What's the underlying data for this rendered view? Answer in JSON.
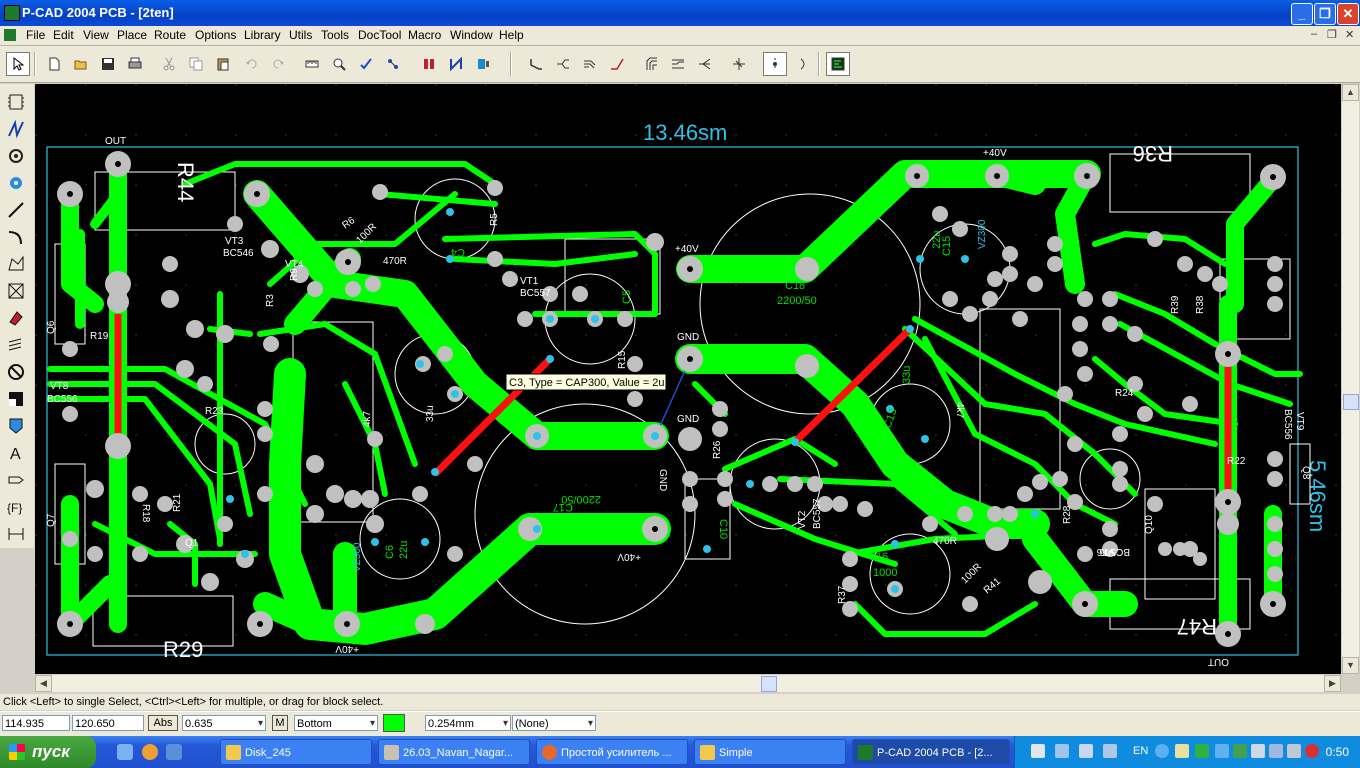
{
  "window": {
    "title": "P-CAD 2004 PCB - [2ten]"
  },
  "menu": [
    "File",
    "Edit",
    "View",
    "Place",
    "Route",
    "Options",
    "Library",
    "Utils",
    "Tools",
    "DocTool",
    "Macro",
    "Window",
    "Help"
  ],
  "board": {
    "width_label": "13.46sm",
    "height_label": "5.46sm",
    "tooltip": "C3, Type = CAP300, Value = 2u",
    "net_labels": [
      "+40V",
      "GND",
      "GND",
      "GND",
      "+40V",
      "OUT",
      "+40V",
      "+40V",
      "OUT"
    ],
    "refdes": [
      "R36",
      "R29",
      "R47",
      "R44",
      "C18",
      "2200/50",
      "C17",
      "2200/50",
      "C16",
      "1000",
      "C15",
      "22u",
      "C6",
      "22u",
      "C13",
      "33u",
      "C4",
      "C5",
      "C10",
      "R5",
      "R6",
      "R3",
      "R9",
      "R16",
      "R15",
      "R26",
      "R24",
      "R23",
      "R22",
      "R21",
      "R18",
      "R19",
      "R37",
      "R38",
      "R39",
      "R28",
      "R41",
      "VT1",
      "BC557",
      "VT2",
      "BC557",
      "VT3",
      "BC546",
      "VT6",
      "BC546",
      "VT8",
      "BC556",
      "VT9",
      "BC556",
      "VT4",
      "Q1",
      "Q6",
      "Q7",
      "Q8",
      "Q10",
      "470R",
      "470R",
      "100R",
      "100R",
      "VZ300",
      "VZ300",
      "4k7",
      "4k7",
      "33u"
    ]
  },
  "status": {
    "hint": "Click <Left> to single Select, <Ctrl><Left> for multiple, or drag for block select."
  },
  "props": {
    "x": "114.935",
    "y": "120.650",
    "abs": "Abs",
    "width": "0.635",
    "m": "M",
    "layer": "Bottom",
    "grid": "0.254mm",
    "net": "(None)",
    "layer_color": "#00ff00"
  },
  "taskbar": {
    "start": "пуск",
    "tasks": [
      "Disk_245",
      "26.03_Navan_Nagar...",
      "Простой усилитель ...",
      "Simple",
      "P-CAD 2004 PCB - [2..."
    ],
    "lang": "EN",
    "clock": "0:50"
  },
  "colors": {
    "trace": "#00ff00",
    "pad": "#c0c0c0",
    "outline": "#ffffff",
    "dim": "#2ec2e6",
    "red_trace": "#ff1010"
  }
}
